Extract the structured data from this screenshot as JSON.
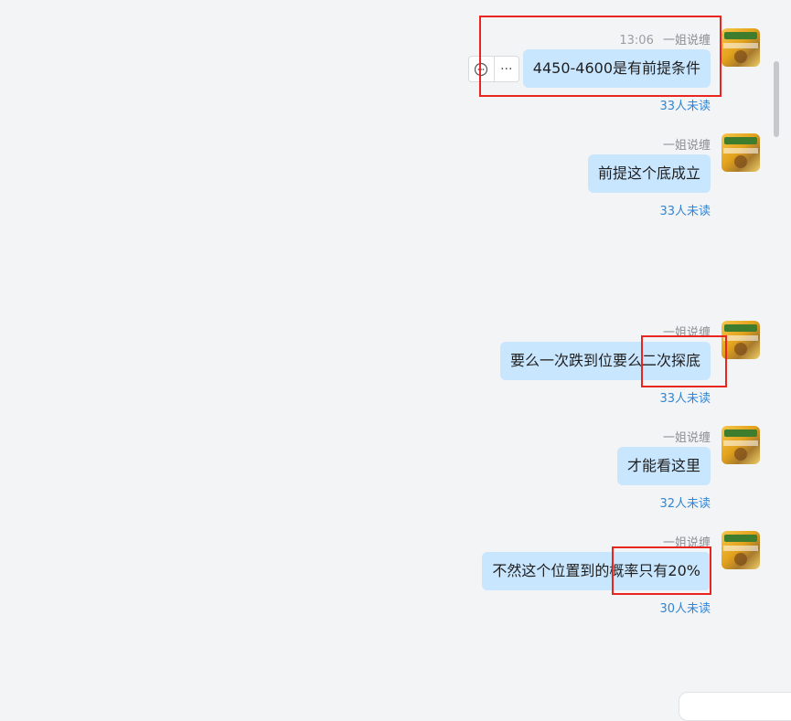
{
  "messages": [
    {
      "time": "13:06",
      "sender": "一姐说缠",
      "text": "4450-4600是有前提条件",
      "unread": "33人未读"
    },
    {
      "time": "",
      "sender": "一姐说缠",
      "text": "前提这个底成立",
      "unread": "33人未读"
    },
    {
      "time": "",
      "sender": "一姐说缠",
      "text": "要么一次跌到位要么二次探底",
      "unread": "33人未读"
    },
    {
      "time": "",
      "sender": "一姐说缠",
      "text": "才能看这里",
      "unread": "32人未读"
    },
    {
      "time": "",
      "sender": "一姐说缠",
      "text": "不然这个位置到的概率只有20%",
      "unread": "30人未读"
    }
  ],
  "hover_actions": {
    "reply_icon": "reply-icon",
    "more_icon": "more-icon",
    "more_glyph": "···"
  },
  "colors": {
    "bubble": "#c9e6ff",
    "unread": "#2f86d6",
    "annotation": "#e8261f"
  }
}
